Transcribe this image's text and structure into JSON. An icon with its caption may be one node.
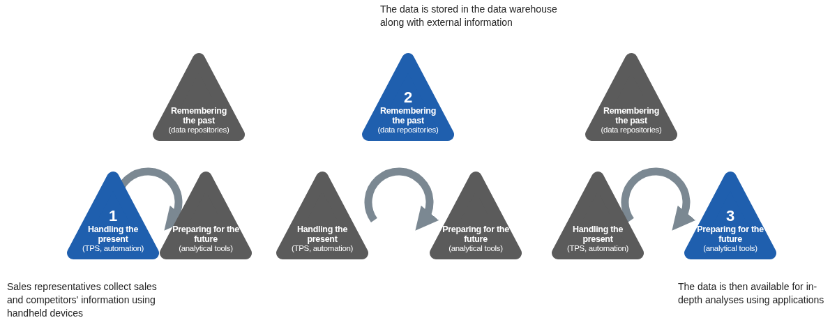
{
  "diagram": {
    "nodes": [
      {
        "text": [
          "Remembering the past",
          "(data repositories)"
        ]
      },
      {
        "text": [
          "1",
          "Handling the present",
          "(TPS, automation)"
        ],
        "beside": [
          "Sales representatives collect sales and competitors' information using handheld devices"
        ]
      },
      {
        "text": [
          "Preparing for the future",
          "(analytical tools)"
        ]
      },
      {
        "text": [
          "2",
          "Remembering the past",
          "(data repositories)"
        ],
        "beside": [
          "The data is stored in the data warehouse along with external information"
        ]
      },
      {
        "text": [
          "Handling the present",
          "(TPS, automation)"
        ]
      },
      {
        "text": [
          "Preparing for the future",
          "(analytical tools)"
        ]
      },
      {
        "text": [
          "Remembering the past",
          "(data repositories)"
        ]
      },
      {
        "text": [
          "Handling the present",
          "(TPS, automation)"
        ]
      },
      {
        "text": [
          "3",
          "Preparing for the future",
          "(analytical tools)"
        ],
        "beside": [
          "The data is then available for in-depth analyses using applications"
        ]
      }
    ],
    "edges": []
  }
}
